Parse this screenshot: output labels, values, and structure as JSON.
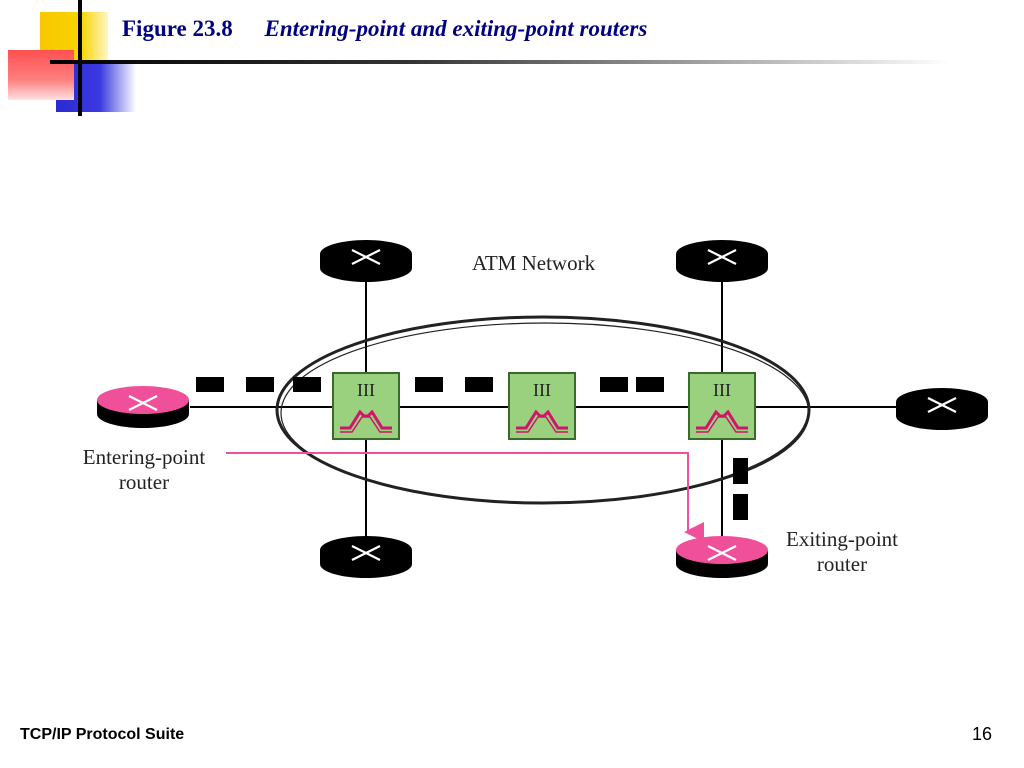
{
  "slide": {
    "figure_number": "Figure 23.8",
    "figure_title": "Entering-point and exiting-point routers"
  },
  "diagram": {
    "network_label": "ATM Network",
    "switch_label": "III",
    "entering_label": [
      "Entering-point",
      "router"
    ],
    "exiting_label": [
      "Exiting-point",
      "router"
    ],
    "colors": {
      "switch_fill": "#99d17f",
      "entry_exit_router": "#f0509a",
      "router": "#000000",
      "path_arrow": "#f0509a"
    }
  },
  "footer": {
    "suite": "TCP/IP Protocol Suite",
    "page": "16"
  }
}
